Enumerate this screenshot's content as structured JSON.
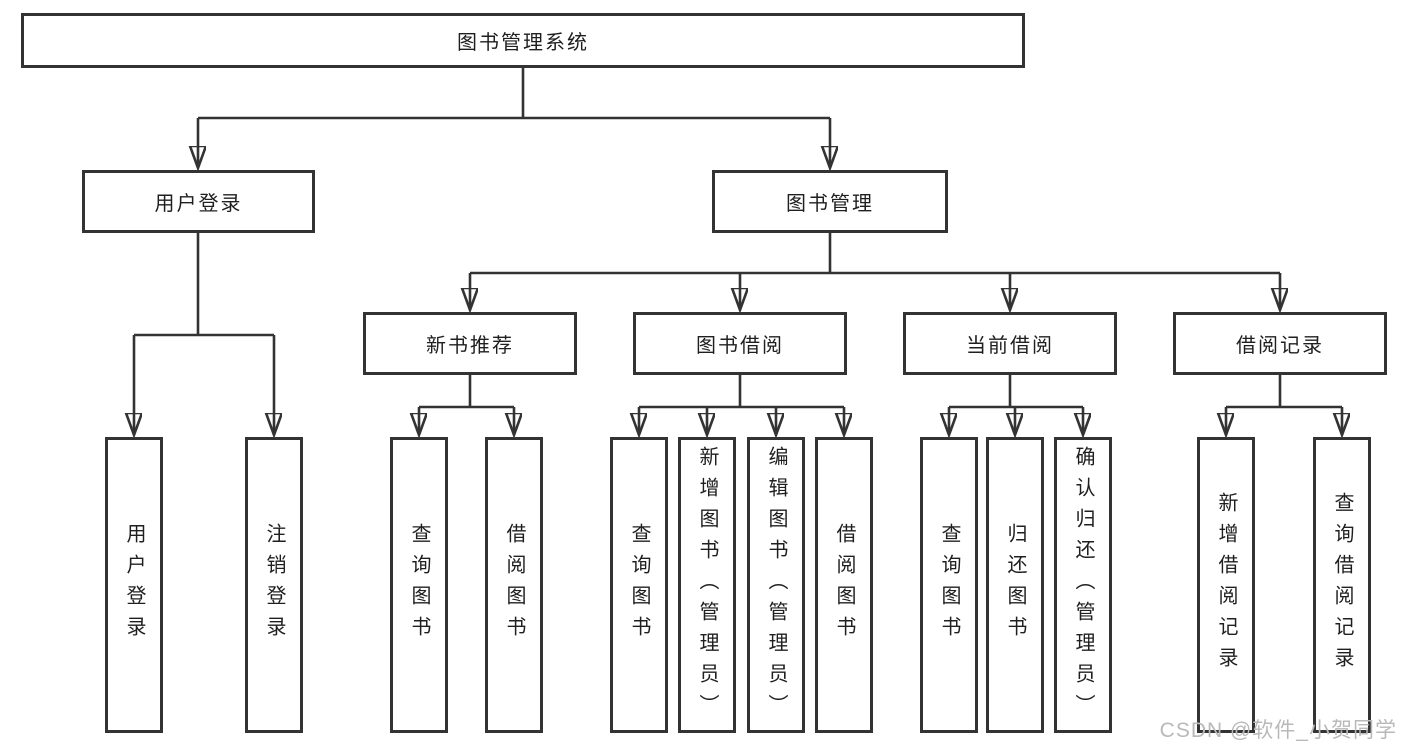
{
  "tree": {
    "label": "图书管理系统",
    "children": [
      {
        "label": "用户登录",
        "children": [
          {
            "label": "用户登录"
          },
          {
            "label": "注销登录"
          }
        ]
      },
      {
        "label": "图书管理",
        "children": [
          {
            "label": "新书推荐",
            "children": [
              {
                "label": "查询图书"
              },
              {
                "label": "借阅图书"
              }
            ]
          },
          {
            "label": "图书借阅",
            "children": [
              {
                "label": "查询图书"
              },
              {
                "label": "新增图书（管理员）"
              },
              {
                "label": "编辑图书（管理员）"
              },
              {
                "label": "借阅图书"
              }
            ]
          },
          {
            "label": "当前借阅",
            "children": [
              {
                "label": "查询图书"
              },
              {
                "label": "归还图书"
              },
              {
                "label": "确认归还（管理员）"
              }
            ]
          },
          {
            "label": "借阅记录",
            "children": [
              {
                "label": "新增借阅记录"
              },
              {
                "label": "查询借阅记录"
              }
            ]
          }
        ]
      }
    ]
  },
  "watermark": {
    "text": "CSDN @软件_小贺同学"
  },
  "colors": {
    "line": "#333333",
    "box_border": "#333333",
    "text": "#1f1f1f",
    "watermark": "#b9b9b9",
    "background": "#ffffff"
  }
}
